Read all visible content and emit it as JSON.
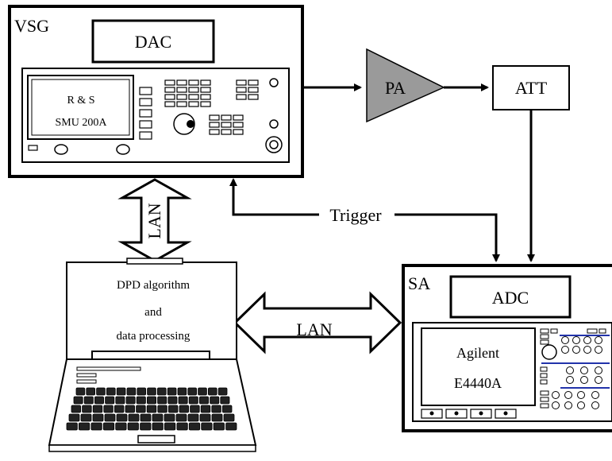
{
  "vsg": {
    "label": "VSG",
    "dac_label": "DAC",
    "instrument_brand": "R & S",
    "instrument_model": "SMU 200A"
  },
  "pa": {
    "label": "PA",
    "fill_color": "#9a9a9a"
  },
  "att": {
    "label": "ATT"
  },
  "trigger": {
    "label": "Trigger"
  },
  "lan_vertical": {
    "label": "LAN"
  },
  "lan_horizontal": {
    "label": "LAN"
  },
  "pc": {
    "label": "PC",
    "screen_line1": "DPD algorithm",
    "screen_line2": "and",
    "screen_line3": "data processing"
  },
  "sa": {
    "label": "SA",
    "adc_label": "ADC",
    "instrument_brand": "Agilent",
    "instrument_model": "E4440A",
    "accent_color": "#2233aa"
  }
}
